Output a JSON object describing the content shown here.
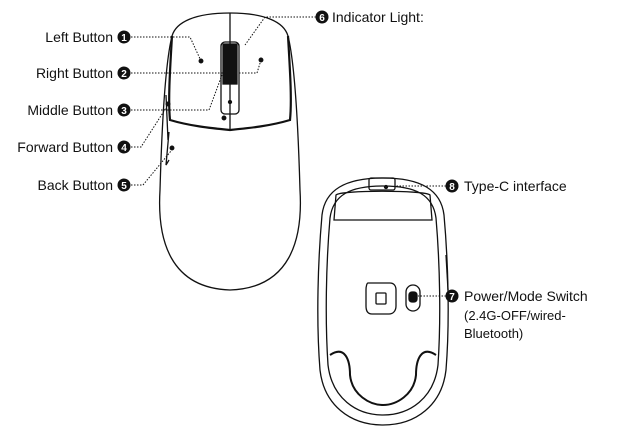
{
  "labels": {
    "left_button": "Left Button",
    "right_button": "Right Button",
    "middle_button": "Middle Button",
    "forward_button": "Forward Button",
    "back_button": "Back Button",
    "indicator_light": "Indicator Light:",
    "type_c": "Type-C interface",
    "power_switch": "Power/Mode Switch",
    "power_switch_detail_1": "(2.4G-OFF/wired-",
    "power_switch_detail_2": "Bluetooth)"
  },
  "markers": [
    "1",
    "2",
    "3",
    "4",
    "5",
    "6",
    "7",
    "8"
  ],
  "colors": {
    "line": "#111111",
    "background": "#ffffff"
  }
}
